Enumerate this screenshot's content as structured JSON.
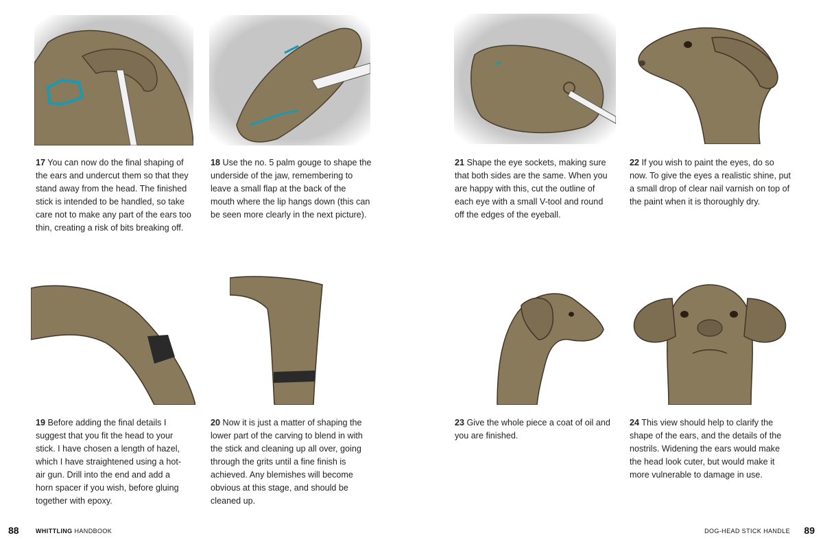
{
  "steps": [
    {
      "num": "17",
      "text": "You can now do the final shaping of the ears and undercut them so that they stand away from the head. The finished stick is intended to be handled, so take care not to make any part of the ears too thin, creating a risk of bits breaking off."
    },
    {
      "num": "18",
      "text": "Use the no. 5 palm gouge to shape the underside of the jaw, remembering to leave a small flap at the back of the mouth where the lip hangs down (this can be seen more clearly in the next picture)."
    },
    {
      "num": "19",
      "text": "Before adding the final details I suggest that you fit the head to your stick. I have chosen a length of hazel, which I have straightened using a hot-air gun. Drill into the end and add a horn spacer if you wish, before gluing together with epoxy."
    },
    {
      "num": "20",
      "text": "Now it is just a matter of shaping the lower part of the carving to blend in with the stick and cleaning up all over, going through the grits until a fine finish is achieved. Any blemishes will become obvious at this stage, and should be cleaned up."
    },
    {
      "num": "21",
      "text": "Shape the eye sockets, making sure that both sides are the same. When you are happy with this, cut the outline of each eye with a small V-tool and round off the edges of the eyeball."
    },
    {
      "num": "22",
      "text": "If you wish to paint the eyes, do so now. To give the eyes a realistic shine, put a small drop of clear nail varnish on top of the paint when it is thoroughly dry."
    },
    {
      "num": "23",
      "text": "Give the whole piece a coat of oil and you are finished."
    },
    {
      "num": "24",
      "text": "This view should help to clarify the shape of the ears, and the details of the nostrils. Widening the ears would make the head look cuter, but would make it more vulnerable to damage in use."
    }
  ],
  "footer": {
    "left_page_number": "88",
    "left_running_head_bold": "WHITTLING",
    "left_running_head_rest": "HANDBOOK",
    "right_running_head": "DOG-HEAD STICK HANDLE",
    "right_page_number": "89"
  },
  "colors": {
    "wood": "#8a7a5c",
    "wood_dark": "#5e513c",
    "marker": "#1a9ab0",
    "band": "#2a2a2a",
    "background_gray": "#c9c9c9"
  }
}
